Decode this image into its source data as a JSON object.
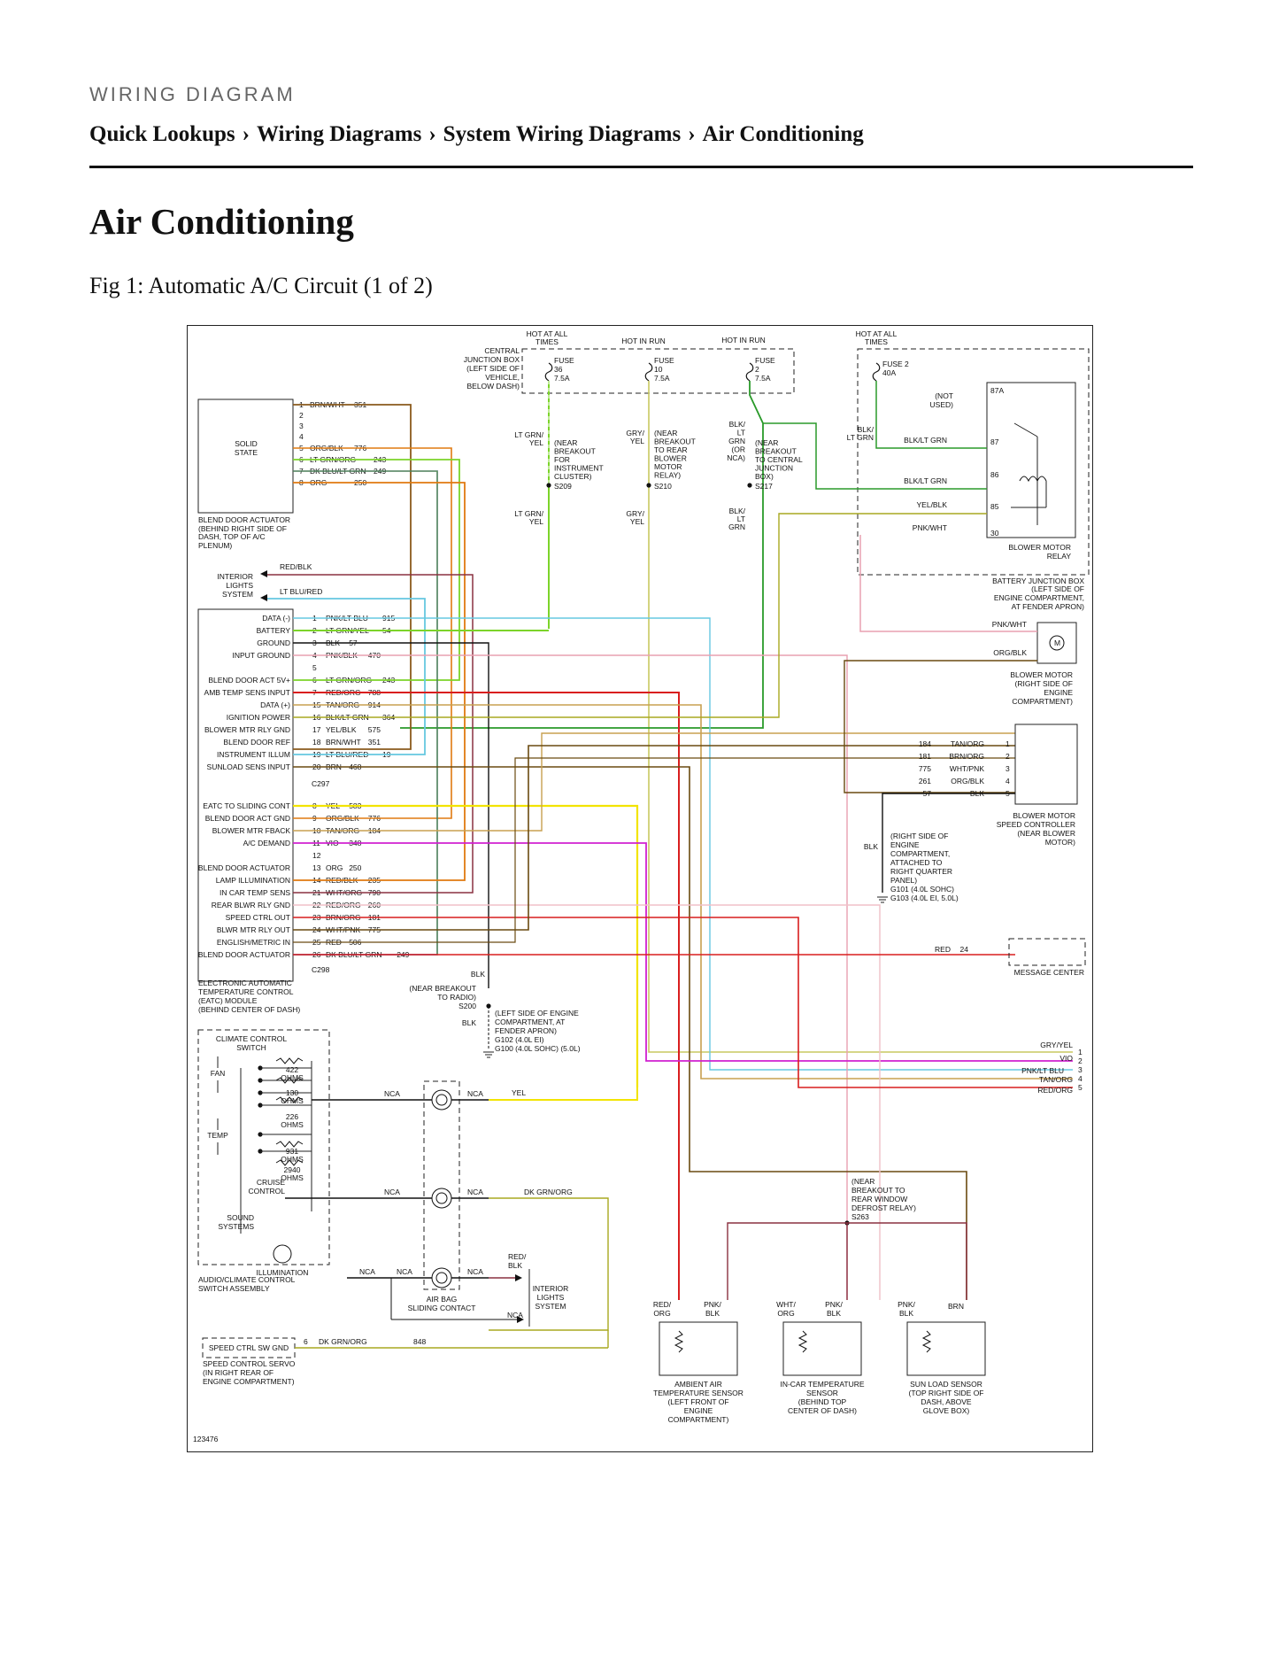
{
  "header": {
    "tag": "WIRING DIAGRAM"
  },
  "breadcrumb": [
    {
      "label": "Quick Lookups"
    },
    {
      "label": "Wiring Diagrams"
    },
    {
      "label": "System Wiring Diagrams"
    },
    {
      "label": "Air Conditioning"
    }
  ],
  "breadcrumb_sep": "›",
  "page": {
    "title": "Air Conditioning",
    "figure_caption": "Fig 1: Automatic A/C Circuit (1 of 2)"
  },
  "colors": {
    "brown": "#8a5a1c",
    "orange": "#e07a10",
    "lt_green": "#7cd42a",
    "dk_blue": "#1a2a8a",
    "red": "#d91e1e",
    "lt_blue": "#66c8e0",
    "black": "#111111",
    "tan": "#c8a050",
    "pink": "#e8a0b0",
    "yellow": "#f2e400",
    "violet": "#d020d0",
    "green": "#2a9a2a",
    "olive": "#a8a820",
    "gry_yel": "#c8c860",
    "dk_brown": "#6a4a10",
    "maroon": "#8a3040"
  },
  "diagram": {
    "texts": {
      "hot_all_times_1": "HOT AT ALL",
      "hot_all_times_1b": "TIMES",
      "hot_in_run_1": "HOT IN RUN",
      "hot_in_run_2": "HOT IN RUN",
      "hot_all_times_2": "HOT AT ALL",
      "hot_all_times_2b": "TIMES",
      "cjb_1": "CENTRAL",
      "cjb_2": "JUNCTION BOX",
      "cjb_3": "(LEFT SIDE OF",
      "cjb_4": "VEHICLE,",
      "cjb_5": "BELOW DASH)",
      "fuse36_a": "FUSE",
      "fuse36_b": "36",
      "fuse36_c": "7.5A",
      "fuse10_a": "FUSE",
      "fuse10_b": "10",
      "fuse10_c": "7.5A",
      "fuse2_a": "FUSE",
      "fuse2_b": "2",
      "fuse2_c": "7.5A",
      "fuse2_40a": "FUSE 2",
      "fuse2_40b": "40A",
      "not_used_1": "(NOT",
      "not_used_2": "USED)",
      "t87a": "87A",
      "t87": "87",
      "t86": "86",
      "t85": "85",
      "t30": "30",
      "blk_ltgrn_1": "BLK/",
      "blk_ltgrn_2": "LT GRN",
      "blk_ltgrn_87": "BLK/LT GRN",
      "blk_ltgrn_86": "BLK/LT GRN",
      "yel_blk": "YEL/BLK",
      "pnk_wht_1": "PNK/WHT",
      "blower_relay_1": "BLOWER MOTOR",
      "blower_relay_2": "RELAY",
      "bjb_1": "BATTERY JUNCTION BOX",
      "bjb_2": "(LEFT SIDE OF",
      "bjb_3": "ENGINE COMPARTMENT,",
      "bjb_4": "AT FENDER APRON)",
      "s209_w1": "LT GRN/",
      "s209_w2": "YEL",
      "s209_n1": "(NEAR",
      "s209_n2": "BREAKOUT",
      "s209_n3": "FOR",
      "s209_n4": "INSTRUMENT",
      "s209_n5": "CLUSTER)",
      "s209": "S209",
      "s210_w1": "GRY/",
      "s210_w2": "YEL",
      "s210_n1": "(NEAR",
      "s210_n2": "BREAKOUT",
      "s210_n3": "TO REAR",
      "s210_n4": "BLOWER",
      "s210_n5": "MOTOR",
      "s210_n6": "RELAY)",
      "s210": "S210",
      "s217_w1": "BLK/",
      "s217_w2": "LT",
      "s217_w3": "GRN",
      "s217_w4": "(OR",
      "s217_w5": "NCA)",
      "s217_n1": "(NEAR",
      "s217_n2": "BREAKOUT",
      "s217_n3": "TO CENTRAL",
      "s217_n4": "JUNCTION",
      "s217_n5": "BOX)",
      "s217": "S217",
      "s209b_1": "LT GRN/",
      "s209b_2": "YEL",
      "s210b_1": "GRY/",
      "s210b_2": "YEL",
      "s217b_1": "BLK/",
      "s217b_2": "LT",
      "s217b_3": "GRN",
      "solid_state_1": "SOLID",
      "solid_state_2": "STATE",
      "bda_1": "BLEND DOOR ACTUATOR",
      "bda_2": "(BEHIND RIGHT SIDE OF",
      "bda_3": "DASH, TOP OF A/C",
      "bda_4": "PLENUM)",
      "red_blk_1": "RED/BLK",
      "lt_blu_red": "LT BLU/RED",
      "ils_1": "INTERIOR",
      "ils_2": "LIGHTS",
      "ils_3": "SYSTEM",
      "c297": "C297",
      "c298": "C298",
      "eatc_1": "ELECTRONIC AUTOMATIC",
      "eatc_2": "TEMPERATURE CONTROL",
      "eatc_3": "(EATC) MODULE",
      "eatc_4": "(BEHIND CENTER OF DASH)",
      "pnk_wht_2": "PNK/WHT",
      "org_blk_m": "ORG/BLK",
      "bm_1": "BLOWER MOTOR",
      "bm_2": "(RIGHT SIDE OF",
      "bm_3": "ENGINE",
      "bm_4": "COMPARTMENT)",
      "bmsc_1": "BLOWER MOTOR",
      "bmsc_2": "SPEED CONTROLLER",
      "bmsc_3": "(NEAR BLOWER",
      "bmsc_4": "MOTOR)",
      "g101_1": "(RIGHT SIDE OF",
      "g101_2": "ENGINE",
      "g101_3": "COMPARTMENT,",
      "g101_4": "ATTACHED TO",
      "g101_5": "RIGHT QUARTER",
      "g101_6": "PANEL)",
      "g101": "G101 (4.0L SOHC)",
      "g103": "G103 (4.0L EI, 5.0L)",
      "blk_g": "BLK",
      "red_24a": "RED",
      "red_24b": "24",
      "msg_center": "MESSAGE CENTER",
      "blk_s200": "BLK",
      "s200_1": "(NEAR BREAKOUT",
      "s200_2": "TO RADIO)",
      "s200": "S200",
      "blk_g102": "BLK",
      "g102_1": "(LEFT SIDE OF ENGINE",
      "g102_2": "COMPARTMENT, AT",
      "g102_3": "FENDER APRON)",
      "g102": "G102 (4.0L EI)",
      "g100": "G100 (4.0L SOHC) (5.0L)",
      "ccs_1": "CLIMATE CONTROL",
      "ccs_2": "SWITCH",
      "fan": "FAN",
      "temp": "TEMP",
      "r422a": "422",
      "r422b": "OHMS",
      "r130a": "130",
      "r130b": "OHMS",
      "r226a": "226",
      "r226b": "OHMS",
      "r931a": "931",
      "r931b": "OHMS",
      "r2940a": "2940",
      "r2940b": "OHMS",
      "cruise_1": "CRUISE",
      "cruise_2": "CONTROL",
      "sound_1": "SOUND",
      "sound_2": "SYSTEMS",
      "illum": "ILLUMINATION",
      "acs_1": "AUDIO/CLIMATE CONTROL",
      "acs_2": "SWITCH ASSEMBLY",
      "nca1": "NCA",
      "nca2": "NCA",
      "nca3": "NCA",
      "nca4": "NCA",
      "nca5": "NCA",
      "nca6": "NCA",
      "nca7": "NCA",
      "nca8": "NCA",
      "yel_sw": "YEL",
      "dk_grn_org_sw": "DK GRN/ORG",
      "red_blk_sw1": "RED/",
      "red_blk_sw2": "BLK",
      "ils2_1": "INTERIOR",
      "ils2_2": "LIGHTS",
      "ils2_3": "SYSTEM",
      "airbag_1": "AIR BAG",
      "airbag_2": "SLIDING CONTACT",
      "scs_box": "SPEED CTRL SW GND",
      "scs_pin": "6",
      "scs_wire": "DK GRN/ORG",
      "scs_num": "848",
      "scs_1": "SPEED CONTROL SERVO",
      "scs_2": "(IN RIGHT REAR OF",
      "scs_3": "ENGINE COMPARTMENT)",
      "r_gry_yel": "GRY/YEL",
      "r_vio": "VIO",
      "r_pnk_ltblu": "PNK/LT BLU",
      "r_tan_org": "TAN/ORG",
      "r_red_org": "RED/ORG",
      "rn1": "1",
      "rn2": "2",
      "rn3": "3",
      "rn4": "4",
      "rn5": "5",
      "s263_1": "(NEAR",
      "s263_2": "BREAKOUT TO",
      "s263_3": "REAR WINDOW",
      "s263_4": "DEFROST RELAY)",
      "s263": "S263",
      "as_w1": "RED/",
      "as_w2": "ORG",
      "as_w3": "PNK/",
      "as_w4": "BLK",
      "ic_w1": "WHT/",
      "ic_w2": "ORG",
      "ic_w3": "PNK/",
      "ic_w4": "BLK",
      "sl_w1": "PNK/",
      "sl_w2": "BLK",
      "sl_w3": "BRN",
      "as_1": "AMBIENT AIR",
      "as_2": "TEMPERATURE SENSOR",
      "as_3": "(LEFT FRONT OF",
      "as_4": "ENGINE",
      "as_5": "COMPARTMENT)",
      "ic_1": "IN-CAR TEMPERATURE",
      "ic_2": "SENSOR",
      "ic_3": "(BEHIND TOP",
      "ic_4": "CENTER OF DASH)",
      "sl_1": "SUN LOAD SENSOR",
      "sl_2": "(TOP RIGHT SIDE OF",
      "sl_3": "DASH, ABOVE",
      "sl_4": "GLOVE BOX)",
      "fig_id": "123476"
    },
    "solid_state_pins": [
      {
        "pin": "1",
        "wire": "BRN/WHT",
        "circuit": "351"
      },
      {
        "pin": "2",
        "wire": "",
        "circuit": ""
      },
      {
        "pin": "3",
        "wire": "",
        "circuit": ""
      },
      {
        "pin": "4",
        "wire": "",
        "circuit": ""
      },
      {
        "pin": "5",
        "wire": "ORG/BLK",
        "circuit": "776"
      },
      {
        "pin": "6",
        "wire": "LT GRN/ORG",
        "circuit": "243"
      },
      {
        "pin": "7",
        "wire": "DK BLU/LT GRN",
        "circuit": "249"
      },
      {
        "pin": "8",
        "wire": "ORG",
        "circuit": "250"
      }
    ],
    "eatc_pins": [
      {
        "label": "DATA (-)",
        "pin": "1",
        "wire": "PNK/LT BLU",
        "circuit": "915"
      },
      {
        "label": "BATTERY",
        "pin": "2",
        "wire": "LT GRN/YEL",
        "circuit": "54"
      },
      {
        "label": "GROUND",
        "pin": "3",
        "wire": "BLK",
        "circuit": "57"
      },
      {
        "label": "INPUT GROUND",
        "pin": "4",
        "wire": "PNK/BLK",
        "circuit": "470"
      },
      {
        "label": "",
        "pin": "5",
        "wire": "",
        "circuit": ""
      },
      {
        "label": "BLEND DOOR ACT 5V+",
        "pin": "6",
        "wire": "LT GRN/ORG",
        "circuit": "243"
      },
      {
        "label": "AMB TEMP SENS INPUT",
        "pin": "7",
        "wire": "RED/ORG",
        "circuit": "788"
      },
      {
        "label": "DATA (+)",
        "pin": "15",
        "wire": "TAN/ORG",
        "circuit": "914"
      },
      {
        "label": "IGNITION POWER",
        "pin": "16",
        "wire": "BLK/LT GRN",
        "circuit": "364"
      },
      {
        "label": "BLOWER MTR RLY GND",
        "pin": "17",
        "wire": "YEL/BLK",
        "circuit": "575"
      },
      {
        "label": "BLEND DOOR REF",
        "pin": "18",
        "wire": "BRN/WHT",
        "circuit": "351"
      },
      {
        "label": "INSTRUMENT ILLUM",
        "pin": "19",
        "wire": "LT BLU/RED",
        "circuit": "19"
      },
      {
        "label": "SUNLOAD SENS INPUT",
        "pin": "20",
        "wire": "BRN",
        "circuit": "468"
      },
      {
        "label": "EATC TO SLIDING CONT",
        "pin": "8",
        "wire": "YEL",
        "circuit": "583"
      },
      {
        "label": "BLEND DOOR ACT GND",
        "pin": "9",
        "wire": "ORG/BLK",
        "circuit": "776"
      },
      {
        "label": "BLOWER MTR FBACK",
        "pin": "10",
        "wire": "TAN/ORG",
        "circuit": "184"
      },
      {
        "label": "A/C DEMAND",
        "pin": "11",
        "wire": "VIO",
        "circuit": "348"
      },
      {
        "label": "",
        "pin": "12",
        "wire": "",
        "circuit": ""
      },
      {
        "label": "BLEND DOOR ACTUATOR",
        "pin": "13",
        "wire": "ORG",
        "circuit": "250"
      },
      {
        "label": "LAMP ILLUMINATION",
        "pin": "14",
        "wire": "RED/BLK",
        "circuit": "235"
      },
      {
        "label": "IN CAR TEMP SENS",
        "pin": "21",
        "wire": "WHT/ORG",
        "circuit": "790"
      },
      {
        "label": "REAR BLWR RLY GND",
        "pin": "22",
        "wire": "RED/ORG",
        "circuit": "260"
      },
      {
        "label": "SPEED CTRL OUT",
        "pin": "23",
        "wire": "BRN/ORG",
        "circuit": "181"
      },
      {
        "label": "BLWR MTR RLY OUT",
        "pin": "24",
        "wire": "WHT/PNK",
        "circuit": "775"
      },
      {
        "label": "ENGLISH/METRIC IN",
        "pin": "25",
        "wire": "RED",
        "circuit": "506"
      },
      {
        "label": "BLEND DOOR ACTUATOR",
        "pin": "26",
        "wire": "DK BLU/LT GRN",
        "circuit": "249"
      }
    ],
    "controller_pins": [
      {
        "circuit": "184",
        "wire": "TAN/ORG",
        "pin": "1"
      },
      {
        "circuit": "181",
        "wire": "BRN/ORG",
        "pin": "2"
      },
      {
        "circuit": "775",
        "wire": "WHT/PNK",
        "pin": "3"
      },
      {
        "circuit": "261",
        "wire": "ORG/BLK",
        "pin": "4"
      },
      {
        "circuit": "57",
        "wire": "BLK",
        "pin": "5"
      }
    ]
  }
}
